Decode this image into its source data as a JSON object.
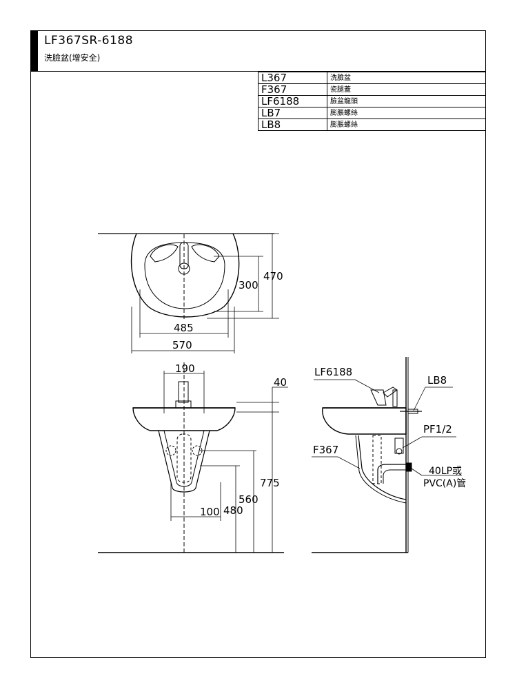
{
  "header": {
    "model_code": "LF367SR-6188",
    "model_name": "洗臉盆(增安全)"
  },
  "parts": [
    {
      "code": "L367",
      "desc": "洗臉盆"
    },
    {
      "code": "F367",
      "desc": "瓷腿蓋"
    },
    {
      "code": "LF6188",
      "desc": "臉盆龍頭"
    },
    {
      "code": "LB7",
      "desc": "膨脹螺絲"
    },
    {
      "code": "LB8",
      "desc": "膨脹螺絲"
    }
  ],
  "top_view": {
    "dim_depth": "470",
    "dim_inner_depth": "300",
    "dim_inner_width": "485",
    "dim_width": "570"
  },
  "front_view": {
    "dim_hole_spacing": "190",
    "dim_rim": "40",
    "dim_height": "775",
    "dim_drain_height": "560",
    "dim_supply_height": "480",
    "dim_supply_offset": "100"
  },
  "side_view": {
    "label_faucet": "LF6188",
    "label_bolt": "LB8",
    "label_valve": "PF1/2",
    "label_cover": "F367",
    "label_drain_line1": "40LP或",
    "label_drain_line2": "PVC(A)管"
  }
}
